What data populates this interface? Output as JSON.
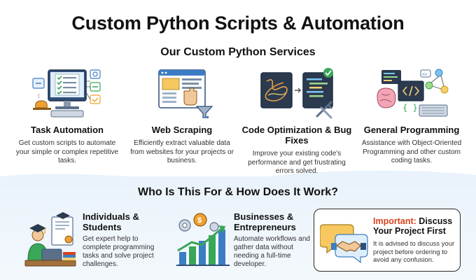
{
  "title": "Custom Python Scripts & Automation",
  "services_heading": "Our Custom Python Services",
  "services": [
    {
      "name": "Task Automation",
      "desc": "Get custom scripts to automate your simple or complex repetitive tasks.",
      "icon": "computer-checklist-icon"
    },
    {
      "name": "Web Scraping",
      "desc": "Efficiently extract valuable data from websites for your projects or business.",
      "icon": "browser-funnel-icon"
    },
    {
      "name": "Code Optimization & Bug Fixes",
      "desc": "Improve your existing code's performance and get frustrating errors solved.",
      "icon": "code-wrench-icon"
    },
    {
      "name": "General Programming",
      "desc": "Assistance with Object-Oriented Programming and other custom coding tasks.",
      "icon": "brain-code-icon"
    }
  ],
  "audience_heading": "Who Is This For & How Does It Work?",
  "audience": [
    {
      "name": "Individuals & Students",
      "desc": "Get expert help to complete programming tasks and solve project challenges.",
      "icon": "student-laptop-icon"
    },
    {
      "name": "Businesses & Entrepreneurs",
      "desc": "Automate workflows and gather data without needing a full-time developer.",
      "icon": "growth-chart-icon"
    }
  ],
  "important": {
    "label": "Important:",
    "title": "Discuss Your Project First",
    "desc": "It is advised to discuss your project before ordering to avoid any confusion.",
    "icon": "handshake-chat-icon"
  },
  "colors": {
    "accent": "#d9431e",
    "blue": "#3b7dc4",
    "green": "#3aa657",
    "orange": "#f0a030"
  }
}
